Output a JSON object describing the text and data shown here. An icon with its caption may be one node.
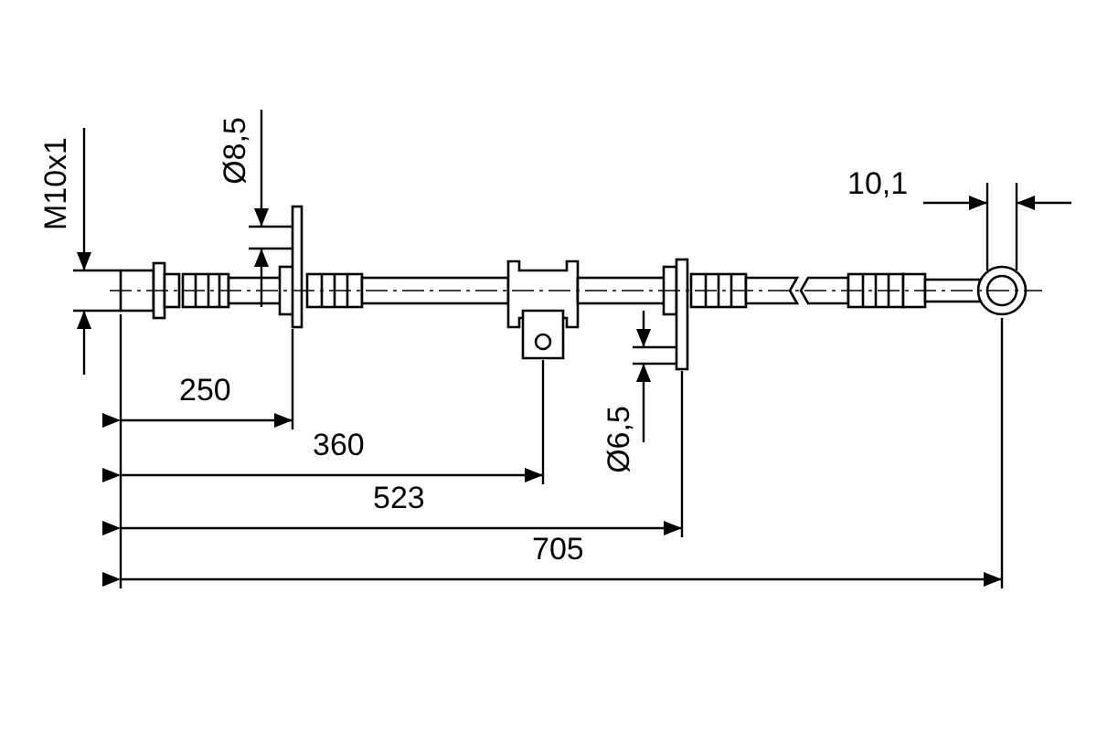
{
  "diagram": {
    "labels": [
      "M10x1",
      "Ø8,5",
      "10,1",
      "250",
      "Ø6,5",
      "360",
      "523",
      "705"
    ]
  }
}
